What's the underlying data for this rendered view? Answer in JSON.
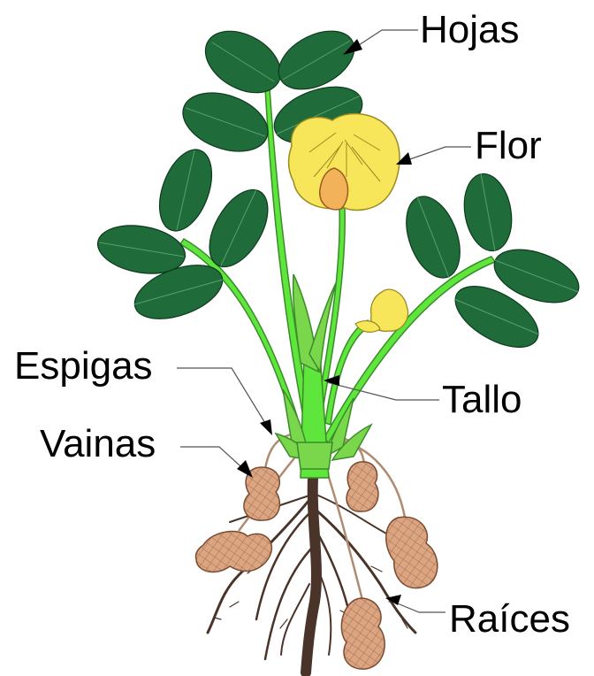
{
  "labels": {
    "hojas": "Hojas",
    "flor": "Flor",
    "espigas": "Espigas",
    "tallo": "Tallo",
    "vainas": "Vainas",
    "raices": "Raíces"
  },
  "colors": {
    "leaf": "#1f6b3a",
    "stem": "#5ee63c",
    "flower": "#f7e55a",
    "root": "#4a3328",
    "pod": "#dba582",
    "peg": "#b08b70"
  }
}
